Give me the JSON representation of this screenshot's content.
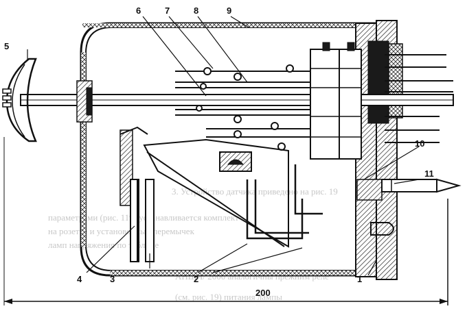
{
  "figure": {
    "labels": {
      "n1": "1",
      "n2": "2",
      "n3": "3",
      "n4": "4",
      "n5": "5",
      "n6": "6",
      "n7": "7",
      "n8": "8",
      "n9": "9",
      "n10": "10",
      "n11": "11",
      "dimension": "200"
    },
    "bleed_text": {
      "line1": "3. Устройство датчика приведено на рис. 19",
      "line2": "параметрами (рис. 119) устанавливается комплект",
      "line3": "на розетке и установочных перемычек",
      "line4": "ламп напряжения по таблице",
      "line5": "АНШЧ/ 2000 аналогичны прежним реле",
      "line6": "(см. рис. 19) питания лампы"
    }
  }
}
